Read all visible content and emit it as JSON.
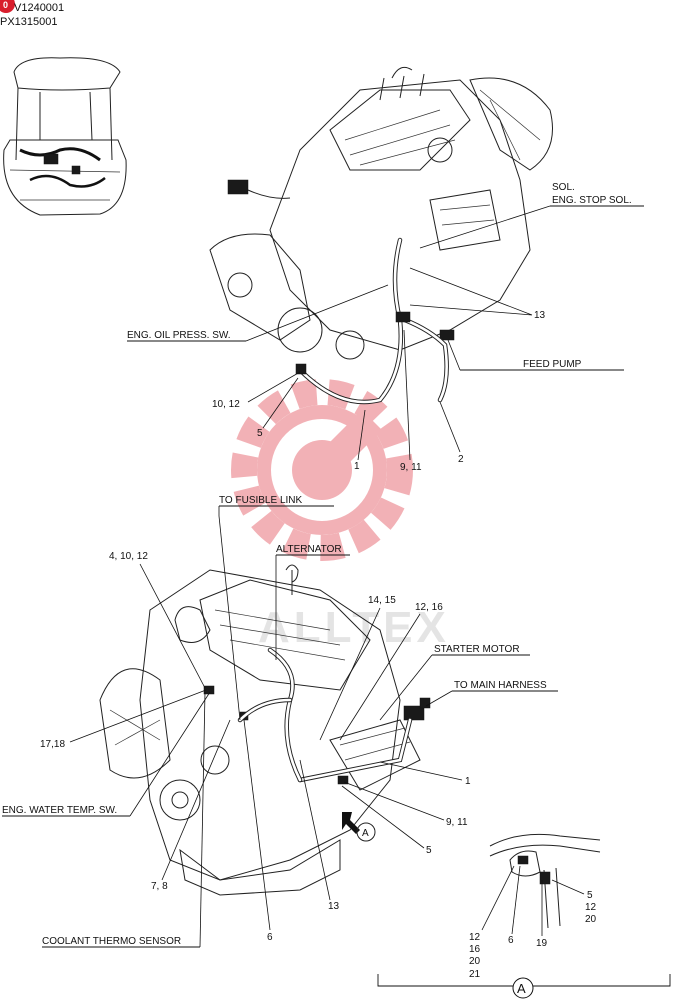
{
  "header": {
    "badge_color": "#d81e2c",
    "badge_text": "0",
    "serial_line_1": "V1240001",
    "serial_line_2": "PX1315001"
  },
  "watermark": {
    "text": "ALLTEX",
    "color": "#e8737b"
  },
  "callouts": {
    "sol": "SOL.",
    "eng_stop_sol": "ENG. STOP SOL.",
    "eng_oil_press_sw": "ENG. OIL PRESS. SW.",
    "feed_pump": "FEED PUMP",
    "to_fusible_link": "TO FUSIBLE LINK",
    "alternator": "ALTERNATOR",
    "starter_motor": "STARTER MOTOR",
    "to_main_harness": "TO MAIN HARNESS",
    "eng_water_temp_sw": "ENG. WATER TEMP. SW.",
    "coolant_thermo_sensor": "COOLANT THERMO SENSOR"
  },
  "refs_top": {
    "r13": "13",
    "r10_12": "10, 12",
    "r5": "5",
    "r1": "1",
    "r9_11": "9, 11",
    "r2": "2"
  },
  "refs_bottom": {
    "r4_10_12": "4, 10, 12",
    "r14_15": "14, 15",
    "r12_16": "12, 16",
    "r17_18": "17,18",
    "r1": "1",
    "r9_11": "9, 11",
    "r5": "5",
    "r7_8": "7, 8",
    "r13": "13",
    "r6": "6",
    "view_a": "A"
  },
  "detail_a": {
    "r5": "5",
    "r12": "12",
    "r20": "20",
    "r6": "6",
    "r19": "19",
    "col_12": "12",
    "col_16": "16",
    "col_20": "20",
    "col_21": "21",
    "view_label": "A"
  }
}
